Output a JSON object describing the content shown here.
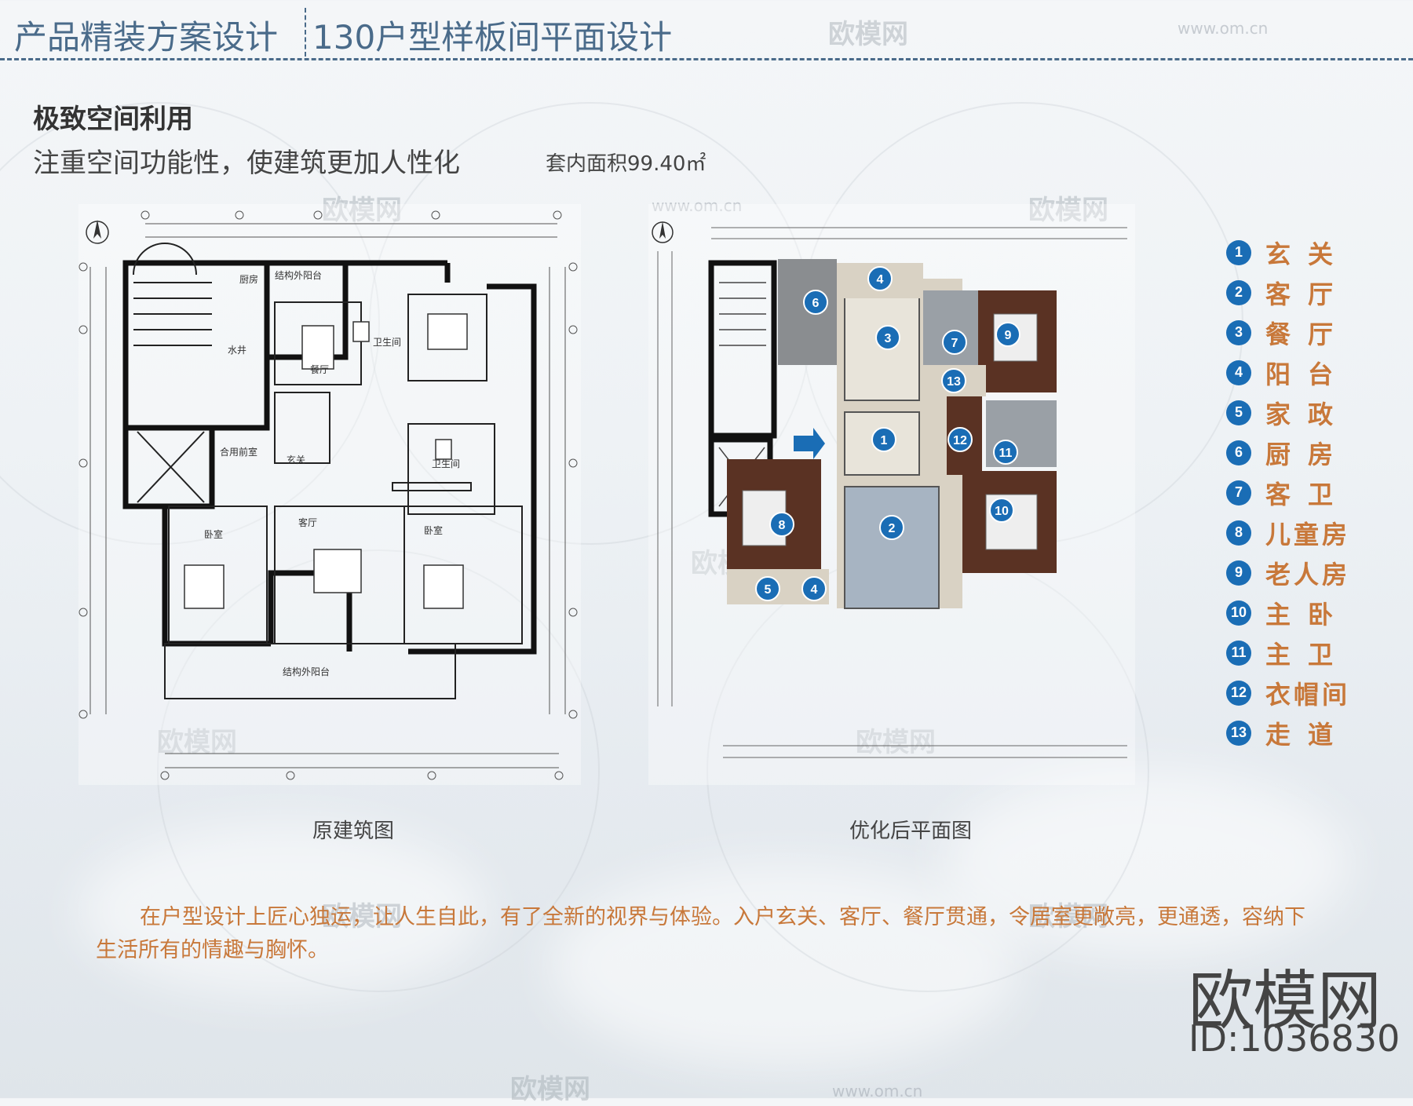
{
  "header": {
    "left_title": "产品精装方案设计",
    "right_title": "130户型样板间平面设计"
  },
  "intro": {
    "headline": "极致空间利用",
    "subline": "注重空间功能性，使建筑更加人性化",
    "area_label": "套内面积99.40㎡"
  },
  "plans": {
    "original_caption": "原建筑图",
    "optimized_caption": "优化后平面图",
    "original_rooms": [
      "厨房",
      "结构外阳台",
      "餐厅",
      "卫生间",
      "水井",
      "合用前室",
      "玄关",
      "卫生间",
      "卧室",
      "客厅",
      "卧室",
      "结构外阳台"
    ]
  },
  "legend": [
    {
      "num": "1",
      "label": "玄关"
    },
    {
      "num": "2",
      "label": "客厅"
    },
    {
      "num": "3",
      "label": "餐厅"
    },
    {
      "num": "4",
      "label": "阳台"
    },
    {
      "num": "5",
      "label": "家政"
    },
    {
      "num": "6",
      "label": "厨房"
    },
    {
      "num": "7",
      "label": "客卫"
    },
    {
      "num": "8",
      "label": "儿童房"
    },
    {
      "num": "9",
      "label": "老人房"
    },
    {
      "num": "10",
      "label": "主卧"
    },
    {
      "num": "11",
      "label": "主卫"
    },
    {
      "num": "12",
      "label": "衣帽间"
    },
    {
      "num": "13",
      "label": "走道"
    }
  ],
  "description": "在户型设计上匠心独运，让人生自此，有了全新的视界与体验。入户玄关、客厅、餐厅贯通，令居室更敞亮，更通透，容纳下生活所有的情趣与胸怀。",
  "watermark": {
    "brand": "欧模网",
    "url": "www.om.cn",
    "id": "ID:1036830"
  },
  "colors": {
    "title": "#4a6b8a",
    "accent": "#c8783a",
    "badge": "#1a6db5"
  }
}
